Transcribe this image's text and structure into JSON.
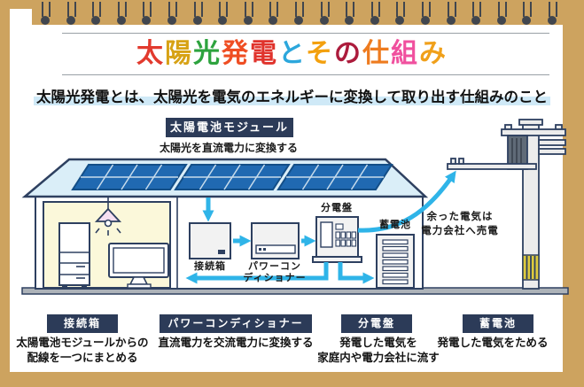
{
  "header": {
    "title_text": "太陽光発電とその仕組み",
    "title_chars": [
      {
        "ch": "太",
        "color": "#e23a2e"
      },
      {
        "ch": "陽",
        "color": "#d7a215"
      },
      {
        "ch": "光",
        "color": "#2da33e"
      },
      {
        "ch": "発",
        "color": "#ef4e23"
      },
      {
        "ch": "電",
        "color": "#e0332c"
      },
      {
        "ch": "と",
        "color": "#2ca7dc"
      },
      {
        "ch": "そ",
        "color": "#f3a00e"
      },
      {
        "ch": "の",
        "color": "#ac1b3c"
      },
      {
        "ch": "仕",
        "color": "#ee7b1f"
      },
      {
        "ch": "組",
        "color": "#f0509e"
      },
      {
        "ch": "み",
        "color": "#f0a01a"
      }
    ],
    "subtitle": "太陽光発電とは、太陽光を電気のエネルギーに変換して取り出す仕組みのこと"
  },
  "diagram": {
    "module": {
      "label": "太陽電池モジュール",
      "caption": "太陽光を直流電力に変換する"
    },
    "junction_box": {
      "label": "接続箱"
    },
    "power_conditioner": {
      "label_lines": [
        "パワーコン",
        "ディショナー"
      ]
    },
    "distribution_board": {
      "label": "分電盤"
    },
    "storage_battery": {
      "label": "蓄電池"
    },
    "sell_note_lines": [
      "余った電気は",
      "電力会社へ売電"
    ]
  },
  "legend": [
    {
      "title": "接続箱",
      "desc_lines": [
        "太陽電池モジュールからの",
        "配線を一つにまとめる"
      ]
    },
    {
      "title": "パワーコンディショナー",
      "desc_lines": [
        "直流電力を交流電力に変換する"
      ]
    },
    {
      "title": "分電盤",
      "desc_lines": [
        "発電した電気を",
        "家庭内や電力会社に流す"
      ]
    },
    {
      "title": "蓄電池",
      "desc_lines": [
        "発電した電気をためる"
      ]
    }
  ],
  "colors": {
    "frame": "#cda35f",
    "label-box": "#2c3b58",
    "outline": "#2e4060",
    "flow-arrow": "#2fb4e8",
    "panel": "#2069b1",
    "roof": "#daeef8",
    "room": "#fbf8da",
    "highlight": "#cfe9f7"
  }
}
